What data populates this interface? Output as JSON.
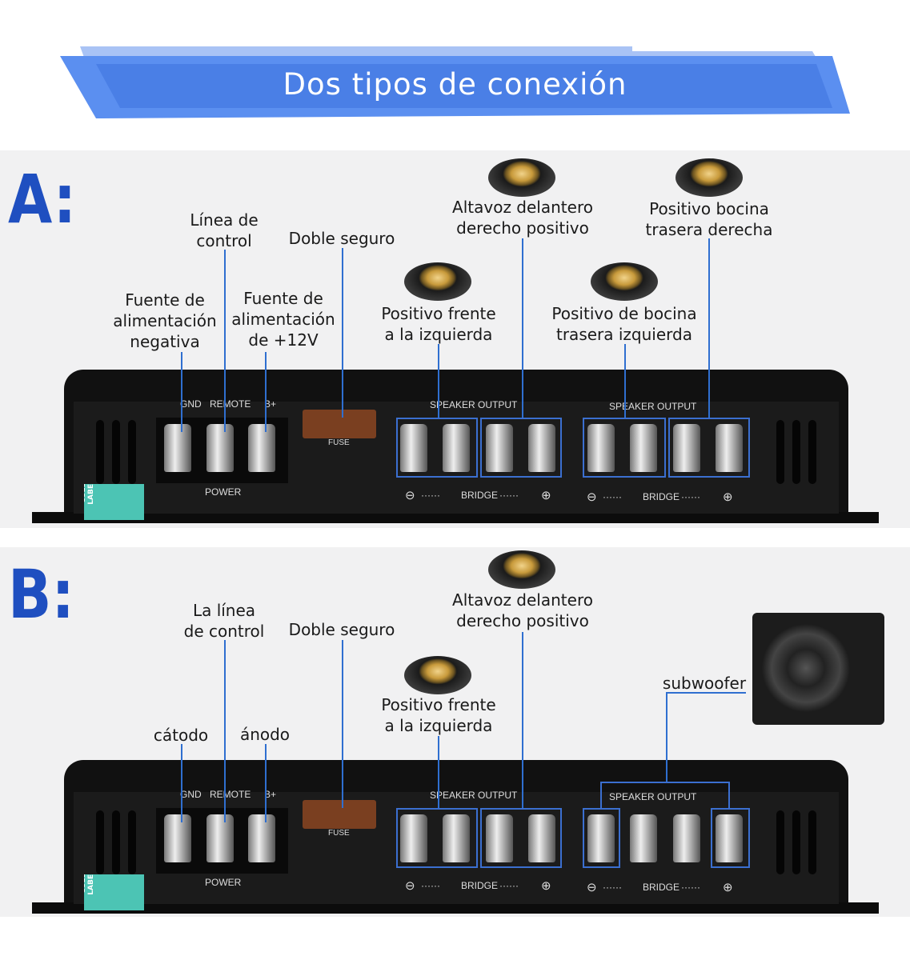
{
  "title": "Dos tipos de conexión",
  "colors": {
    "accent": "#2f6fd0",
    "banner": "#5a8ef0"
  },
  "amp": {
    "gnd": "GND",
    "remote": "REMOTE",
    "bplus": "B+",
    "fuse": "FUSE",
    "power": "POWER",
    "speaker_output": "SPEAKER OUTPUT",
    "bridge": "BRIDGE",
    "minus": "⊖",
    "plus": "⊕",
    "dots": "······",
    "label": "SSED LABEL"
  },
  "a": {
    "letter": "A:",
    "control": "Línea de\ncontrol",
    "fuse": "Doble seguro",
    "negative": "Fuente de\nalimentación\nnegativa",
    "positive": "Fuente de\nalimentación\nde +12V",
    "front_left": "Positivo frente\na la izquierda",
    "front_right": "Altavoz delantero\nderecho positivo",
    "rear_left": "Positivo de bocina\ntrasera izquierda",
    "rear_right": "Positivo bocina\ntrasera derecha"
  },
  "b": {
    "letter": "B:",
    "control": "La línea\nde control",
    "fuse": "Doble seguro",
    "negative": "cátodo",
    "positive": "ánodo",
    "front_left": "Positivo frente\na la izquierda",
    "front_right": "Altavoz delantero\nderecho positivo",
    "subwoofer": "subwoofer"
  }
}
